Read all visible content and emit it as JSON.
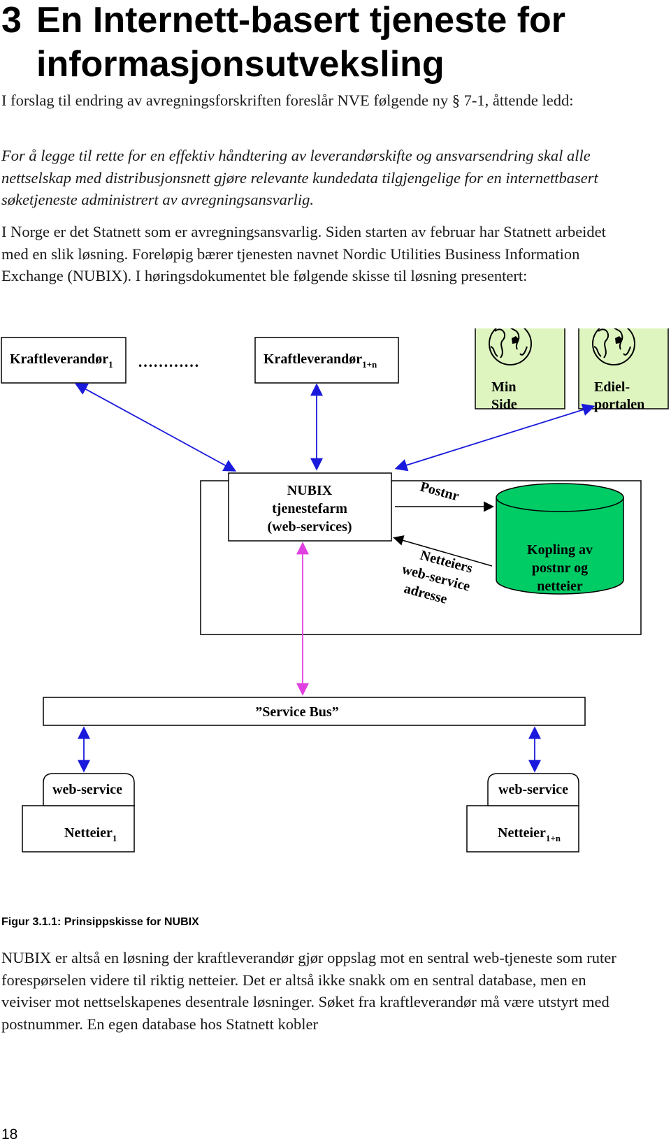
{
  "heading": {
    "number": "3",
    "line1": "En Internett-basert tjeneste for",
    "line2": "informasjonsutveksling"
  },
  "paragraphs": {
    "intro": "I forslag til endring av avregningsforskriften foreslår NVE følgende ny § 7-1, åttende ledd:",
    "quote": "For å legge til rette for en effektiv håndtering av leverandørskifte og ansvarsendring skal alle nettselskap med distribusjonsnett gjøre relevante kundedata tilgjengelige for en internettbasert søketjeneste administrert av avregningsansvarlig.",
    "statnett": "I Norge er det Statnett som er avregningsansvarlig. Siden starten av februar har Statnett arbeidet med en slik løsning. Foreløpig bærer tjenesten navnet Nordic Utilities Business Information Exchange (NUBIX). I høringsdokumentet ble følgende skisse til løsning presentert:",
    "conclusion": "NUBIX er altså en løsning der kraftleverandør gjør oppslag mot en sentral web-tjeneste som ruter forespørselen videre til riktig netteier. Det er altså ikke snakk om en sentral database, men en veiviser mot nettselskapenes desentrale løsninger. Søket fra kraftleverandør må være utstyrt med postnummer. En egen database hos Statnett kobler"
  },
  "diagram": {
    "supplier1": {
      "label": "Kraftleverandør",
      "sub": "1"
    },
    "ellipsis": "…………",
    "supplier_n": {
      "label": "Kraftleverandør",
      "sub": "1+n"
    },
    "min_side": {
      "line1": "Min",
      "line2": "Side"
    },
    "ediel": {
      "line1": "Ediel-",
      "line2": "portalen"
    },
    "nubix": {
      "line1": "NUBIX",
      "line2": "tjenestefarm",
      "line3": "(web-services)"
    },
    "postnr": "Postnr",
    "netteiers": {
      "line1": "Netteiers",
      "line2": "web-service",
      "line3": "adresse"
    },
    "database": {
      "line1": "Kopling av",
      "line2": "postnr og",
      "line3": "netteier"
    },
    "service_bus": "”Service Bus”",
    "web_service_left": "web-service",
    "web_service_right": "web-service",
    "netteier1": {
      "label": "Netteier",
      "sub": "1"
    },
    "netteier_n": {
      "label": "Netteier",
      "sub": "1+n"
    },
    "colors": {
      "arrow_blue": "#1a1adc",
      "arrow_magenta": "#e040e0",
      "globe_panel": "#dff5c0",
      "database_green": "#00cc66"
    }
  },
  "caption": "Figur 3.1.1: Prinsippskisse for NUBIX",
  "page_number": "18"
}
